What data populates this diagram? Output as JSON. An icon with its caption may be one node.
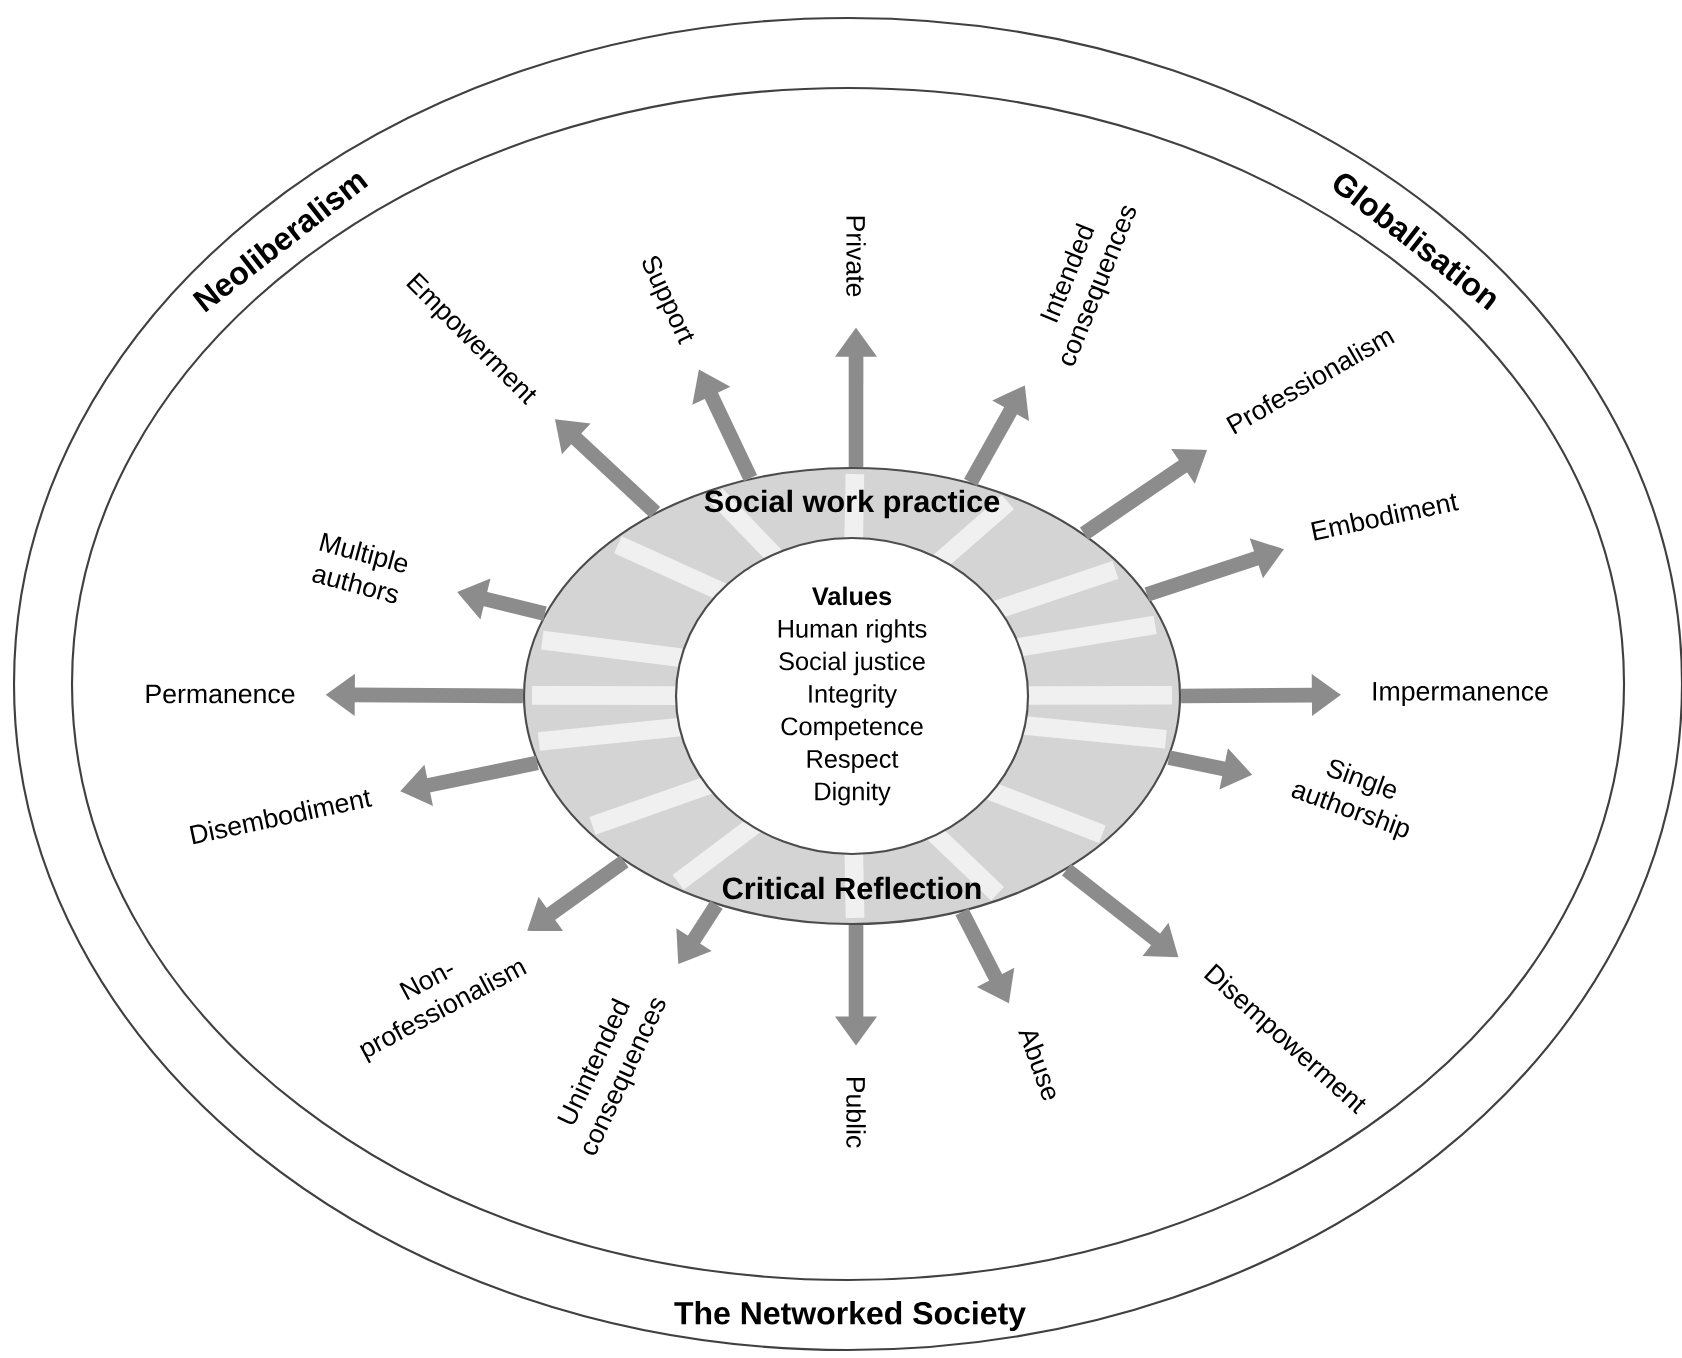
{
  "diagram": {
    "nodes": [
      {
        "text": [
          "Neoliberalism",
          "Globalisation",
          "The Networked Society"
        ]
      },
      {
        "text": [
          "Social work practice",
          "Critical Reflection"
        ],
        "in": 0
      },
      {
        "text": [
          "Values",
          "Human rights",
          "Social justice",
          "Integrity",
          "Competence",
          "Respect",
          "Dignity"
        ],
        "in": 1
      },
      {
        "text": [
          "Private"
        ],
        "in": 0
      },
      {
        "text": [
          "Intended consequences"
        ],
        "in": 0
      },
      {
        "text": [
          "Professionalism"
        ],
        "in": 0
      },
      {
        "text": [
          "Embodiment"
        ],
        "in": 0
      },
      {
        "text": [
          "Impermanence"
        ],
        "in": 0
      },
      {
        "text": [
          "Single authorship"
        ],
        "in": 0
      },
      {
        "text": [
          "Disempowerment"
        ],
        "in": 0
      },
      {
        "text": [
          "Abuse"
        ],
        "in": 0
      },
      {
        "text": [
          "Public"
        ],
        "in": 0
      },
      {
        "text": [
          "Unintended consequences"
        ],
        "in": 0
      },
      {
        "text": [
          "Non-professionalism"
        ],
        "in": 0
      },
      {
        "text": [
          "Disembodiment"
        ],
        "in": 0
      },
      {
        "text": [
          "Permanence"
        ],
        "in": 0
      },
      {
        "text": [
          "Multiple authors"
        ],
        "in": 0
      },
      {
        "text": [
          "Empowerment"
        ],
        "in": 0
      },
      {
        "text": [
          "Support"
        ],
        "in": 0
      }
    ],
    "edges": [
      {
        "from": 1,
        "to": 3,
        "arrow": "to"
      },
      {
        "from": 1,
        "to": 4,
        "arrow": "to"
      },
      {
        "from": 1,
        "to": 5,
        "arrow": "to"
      },
      {
        "from": 1,
        "to": 6,
        "arrow": "to"
      },
      {
        "from": 1,
        "to": 7,
        "arrow": "to"
      },
      {
        "from": 1,
        "to": 8,
        "arrow": "to"
      },
      {
        "from": 1,
        "to": 9,
        "arrow": "to"
      },
      {
        "from": 1,
        "to": 10,
        "arrow": "to"
      },
      {
        "from": 1,
        "to": 11,
        "arrow": "to"
      },
      {
        "from": 1,
        "to": 12,
        "arrow": "to"
      },
      {
        "from": 1,
        "to": 13,
        "arrow": "to"
      },
      {
        "from": 1,
        "to": 14,
        "arrow": "to"
      },
      {
        "from": 1,
        "to": 15,
        "arrow": "to"
      },
      {
        "from": 1,
        "to": 16,
        "arrow": "to"
      },
      {
        "from": 1,
        "to": 17,
        "arrow": "to"
      },
      {
        "from": 1,
        "to": 18,
        "arrow": "to"
      }
    ]
  }
}
